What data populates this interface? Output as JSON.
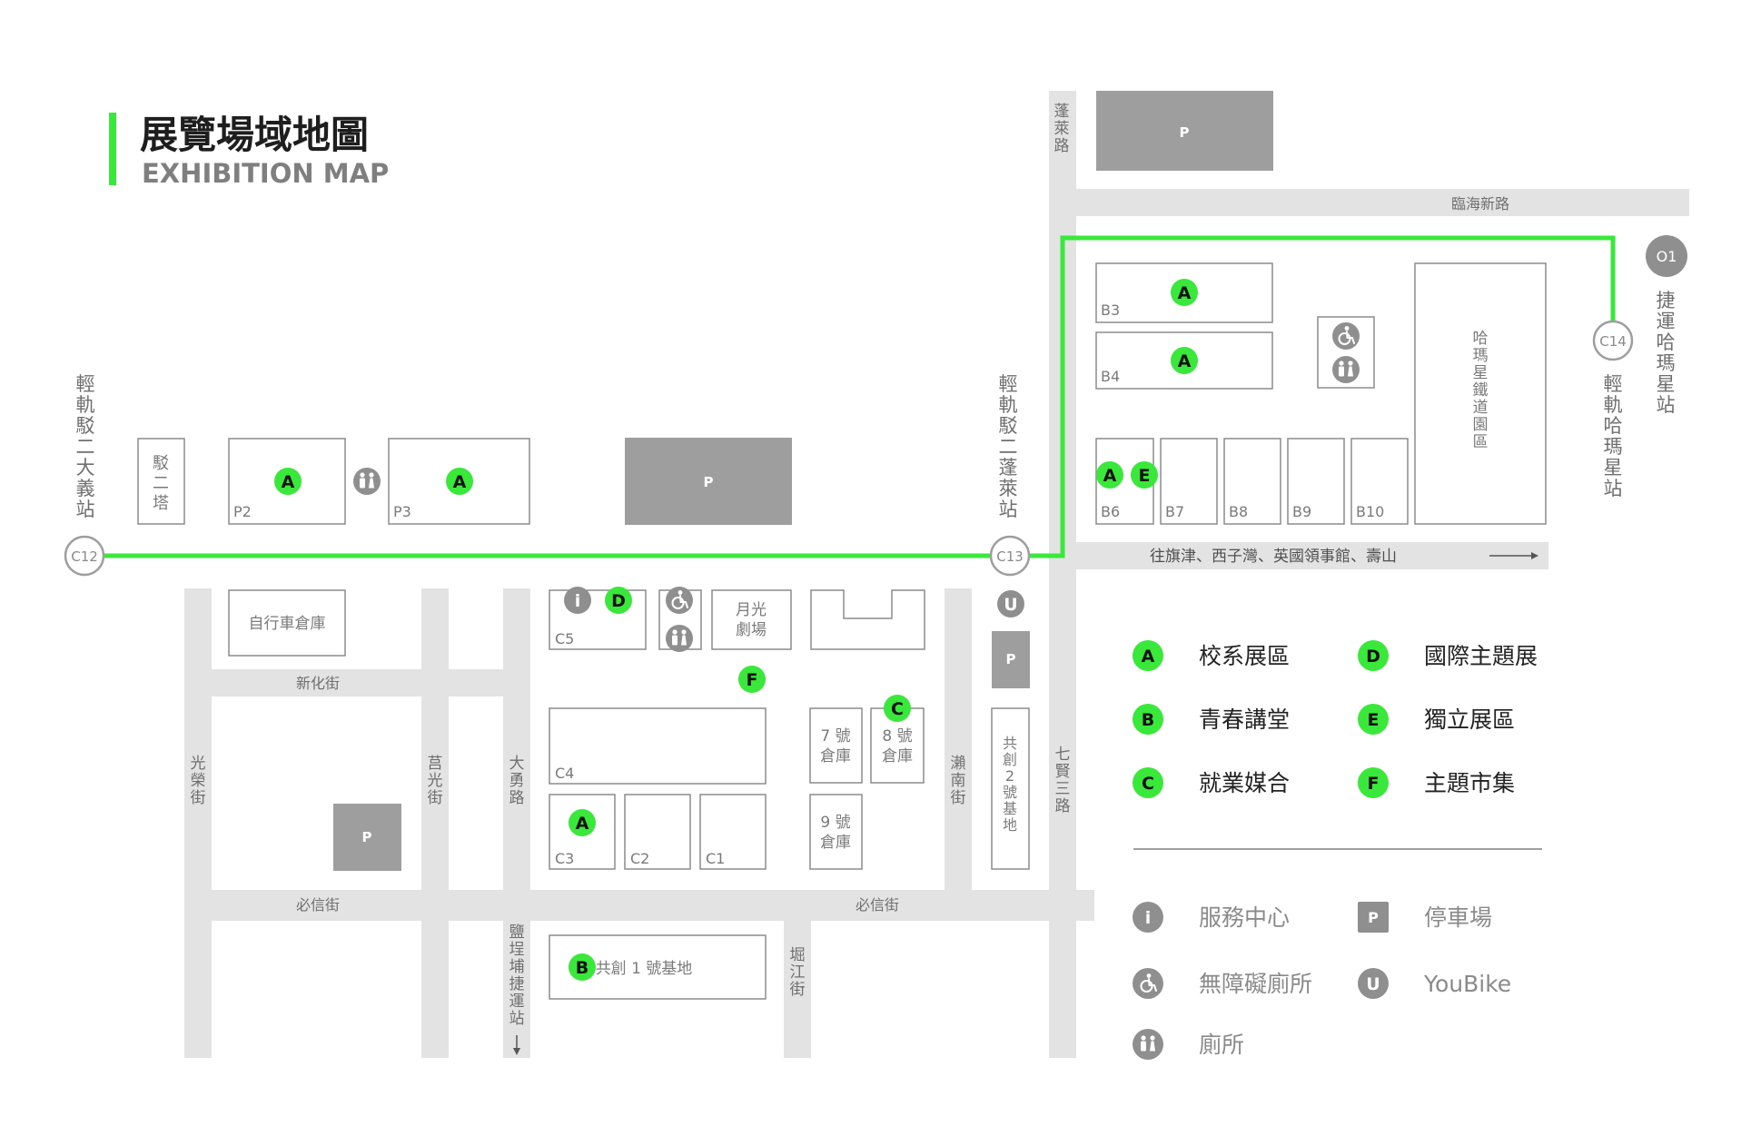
{
  "title": {
    "zh": "展覽場域地圖",
    "en": "EXHIBITION MAP"
  },
  "colors": {
    "accent": "#39e83a",
    "road": "#e3e3e3",
    "building_stroke": "#8c8c8c",
    "parking": "#9e9e9e",
    "text": "#6f6f6f",
    "icon_grey": "#8f8f8f"
  },
  "stations": {
    "c12": {
      "code": "C12",
      "name": "輕軌駁二大義站"
    },
    "c13": {
      "code": "C13",
      "name": "輕軌駁二蓬萊站"
    },
    "c14": {
      "code": "C14",
      "name": "輕軌哈瑪星站"
    },
    "o1": {
      "code": "O1",
      "name": "捷運哈瑪星站"
    }
  },
  "streets": {
    "penglai": "蓬萊路",
    "linhai": "臨海新路",
    "toward": "往旗津、西子灣、英國領事館、壽山",
    "xinhua": "新化街",
    "bixin_1": "必信街",
    "bixin_2": "必信街",
    "guangrong": "光榮街",
    "juguang": "莒光街",
    "dayong": "大勇路",
    "rainan": "瀨南街",
    "qixian": "七賢三路",
    "jue": "堀江街",
    "yanchengpu": "鹽埕埔捷運站"
  },
  "buildings": {
    "tower": "駁二塔",
    "p2": "P2",
    "p3": "P3",
    "b3": "B3",
    "b4": "B4",
    "b6": "B6",
    "b7": "B7",
    "b8": "B8",
    "b9": "B9",
    "b10": "B10",
    "hamasen": "哈瑪星鐵道園區",
    "bike": "自行車倉庫",
    "c5": "C5",
    "c4": "C4",
    "c3": "C3",
    "c2": "C2",
    "c1": "C1",
    "moonlight": "月光劇場",
    "w7": "7 號倉庫",
    "w8": "8 號倉庫",
    "w9": "9 號倉庫",
    "base2": "共創2號基地",
    "base1": "共創 1 號基地",
    "parking": "P"
  },
  "markers": {
    "a": "A",
    "b": "B",
    "c": "C",
    "d": "D",
    "e": "E",
    "f": "F",
    "i": "i",
    "u": "U"
  },
  "legend": [
    {
      "key": "A",
      "label": "校系展區"
    },
    {
      "key": "D",
      "label": "國際主題展"
    },
    {
      "key": "B",
      "label": "青春講堂"
    },
    {
      "key": "E",
      "label": "獨立展區"
    },
    {
      "key": "C",
      "label": "就業媒合"
    },
    {
      "key": "F",
      "label": "主題市集"
    }
  ],
  "legend_icons": [
    {
      "icon": "info-icon",
      "label": "服務中心"
    },
    {
      "icon": "parking-icon",
      "label": "停車場"
    },
    {
      "icon": "wheelchair-icon",
      "label": "無障礙廁所"
    },
    {
      "icon": "youbike-icon",
      "label": "YouBike"
    },
    {
      "icon": "restroom-icon",
      "label": "廁所"
    }
  ],
  "icon_glyphs": {
    "P": "P",
    "U": "U",
    "i": "i"
  }
}
